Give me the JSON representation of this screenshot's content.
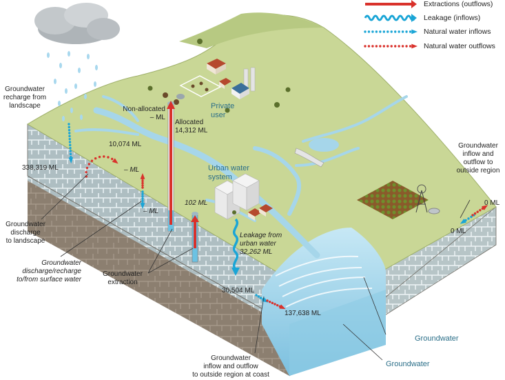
{
  "legend": [
    {
      "label": "Extractions (outflows)",
      "color": "#d9312b",
      "style": "arrow"
    },
    {
      "label": "Leakage (inflows)",
      "color": "#1aa5d6",
      "style": "wave"
    },
    {
      "label": "Natural water inflows",
      "color": "#1aa5d6",
      "style": "dots"
    },
    {
      "label": "Natural water outflows",
      "color": "#d9312b",
      "style": "dots"
    }
  ],
  "labels": {
    "recharge_landscape": [
      "Groundwater",
      "recharge from",
      "landscape"
    ],
    "discharge_landscape": [
      "Groundwater",
      "discharge",
      "to landscape"
    ],
    "discharge_surface": [
      "Groundwater",
      "discharge/recharge",
      "to/from surface water"
    ],
    "extraction": [
      "Groundwater",
      "extraction"
    ],
    "non_allocated": [
      "Non-allocated",
      "– ML"
    ],
    "allocated": [
      "Allocated",
      "14,312 ML"
    ],
    "private_user": [
      "Private",
      "user"
    ],
    "urban_system": [
      "Urban water",
      "system"
    ],
    "leakage_urban": [
      "Leakage from",
      "urban water",
      "32,262 ML"
    ],
    "inflow_outflow_region": [
      "Groundwater",
      "inflow and",
      "outflow to",
      "outside region"
    ],
    "inflow_outflow_coast": [
      "Groundwater",
      "inflow and outflow",
      "to outside region at coast"
    ],
    "groundwater_front": "Groundwater",
    "groundwater_right": "Groundwater"
  },
  "values": {
    "recharge": "338,319 ML",
    "discharge": "10,074 ML",
    "sw_top": "– ML",
    "sw_bottom": "– ML",
    "urban_extraction": "102 ML",
    "coast_in": "30,504 ML",
    "coast_out": "137,638 ML",
    "region_in": "0 ML",
    "region_out": "0 ML"
  },
  "colors": {
    "land": "#c6d592",
    "rock_top": "#b9c9cc",
    "rock_lower": "#8a7c6c",
    "water": "#9fd3ea",
    "red": "#d9312b",
    "blue": "#1aa5d6"
  }
}
